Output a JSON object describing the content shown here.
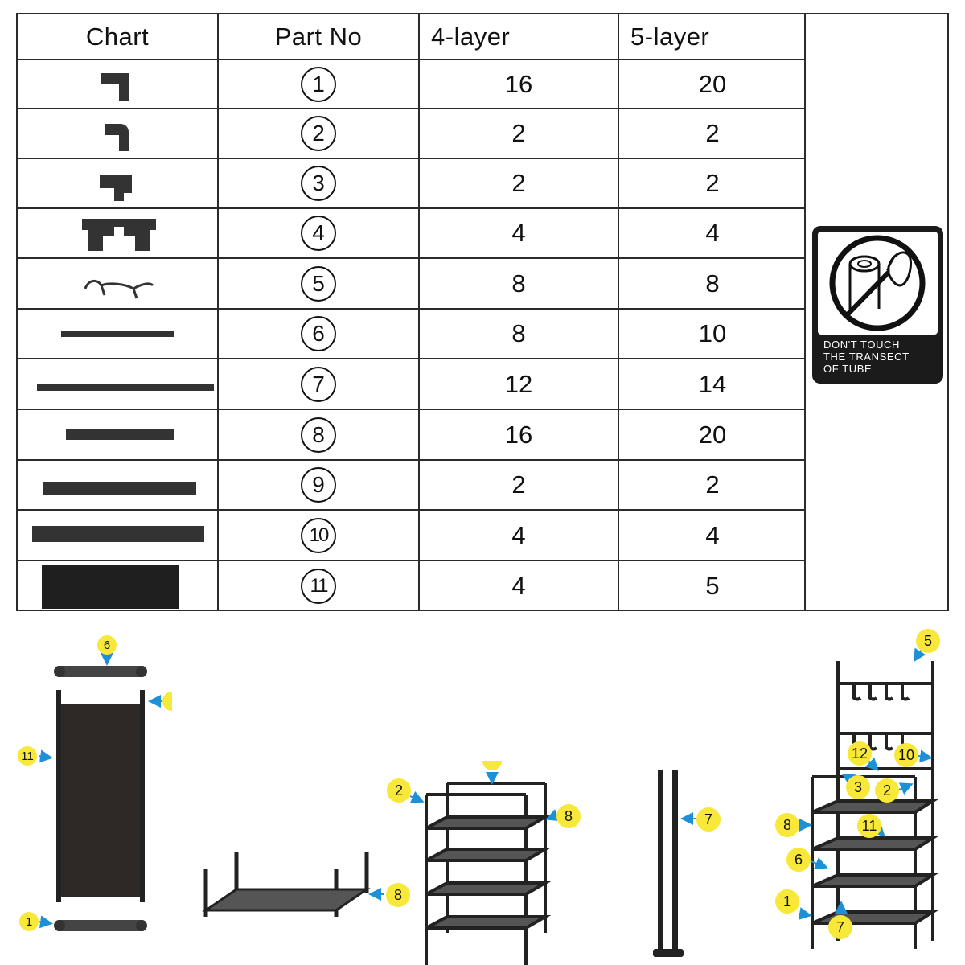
{
  "table": {
    "headers": {
      "chart": "Chart",
      "part_no": "Part No",
      "four_layer": "4-layer",
      "five_layer": "5-layer"
    },
    "rows": [
      {
        "part": "1",
        "four": "16",
        "five": "20",
        "icon": "corner-connector-icon"
      },
      {
        "part": "2",
        "four": "2",
        "five": "2",
        "icon": "elbow-connector-icon"
      },
      {
        "part": "3",
        "four": "2",
        "five": "2",
        "icon": "t-corner-connector-icon"
      },
      {
        "part": "4",
        "four": "4",
        "five": "4",
        "icon": "double-leg-connector-icon"
      },
      {
        "part": "5",
        "four": "8",
        "five": "8",
        "icon": "hook-icon"
      },
      {
        "part": "6",
        "four": "8",
        "five": "10",
        "icon": "short-tube-icon"
      },
      {
        "part": "7",
        "four": "12",
        "five": "14",
        "icon": "long-tube-icon"
      },
      {
        "part": "8",
        "four": "16",
        "five": "20",
        "icon": "medium-tube-icon"
      },
      {
        "part": "9",
        "four": "2",
        "five": "2",
        "icon": "thick-tube-icon"
      },
      {
        "part": "10",
        "four": "4",
        "five": "4",
        "icon": "thick-long-tube-icon"
      },
      {
        "part": "11",
        "four": "4",
        "five": "5",
        "icon": "fabric-shelf-icon"
      }
    ]
  },
  "warning": {
    "icon": "no-touch-tube-icon",
    "line1": "DON'T TOUCH",
    "line2": "THE TRANSECT",
    "line3": "OF TUBE"
  },
  "callouts": {
    "side_panel": [
      "6",
      "11",
      "1"
    ],
    "bottom_frame": [
      "8"
    ],
    "shelf": [
      "2",
      "8"
    ],
    "post": [
      "7"
    ],
    "tall_rack": [
      "5",
      "12",
      "10",
      "3",
      "2",
      "8",
      "11",
      "6",
      "1",
      "7"
    ]
  },
  "colors": {
    "ink": "#111111",
    "callout": "#f7e83a",
    "arrow": "#1e90d8",
    "fabric": "#2e2826"
  }
}
